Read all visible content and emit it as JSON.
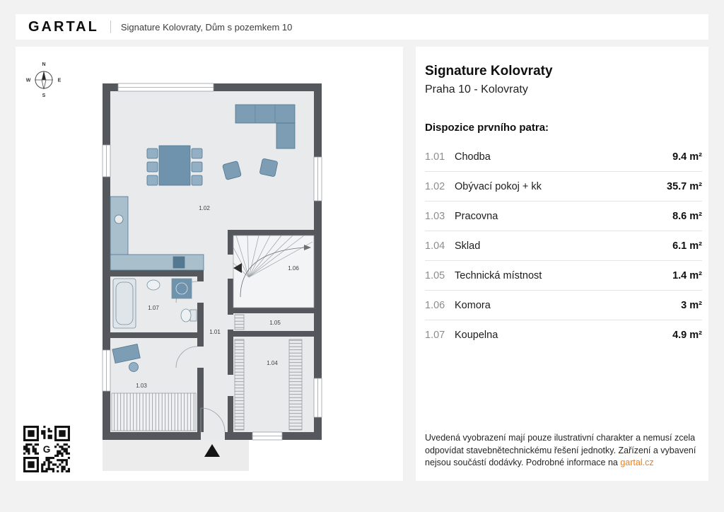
{
  "colors": {
    "brand_orange": "#EF7F1B",
    "wall_gray": "#54575B",
    "floor_gray": "#E8EAEC",
    "furniture_blue": "#7D9DB5",
    "page_background": "#F2F2F3"
  },
  "header": {
    "logo": "GARTAL",
    "breadcrumb": "Signature Kolovraty, Dům s pozemkem 10"
  },
  "plan": {
    "compass": {
      "n": "N",
      "e": "E",
      "s": "S",
      "w": "W"
    },
    "qr_center_letter": "G",
    "labels": {
      "r101": "1.01",
      "r102": "1.02",
      "r103": "1.03",
      "r104": "1.04",
      "r105": "1.05",
      "r106": "1.06",
      "r107": "1.07"
    }
  },
  "details": {
    "title": "Signature Kolovraty",
    "subtitle": "Praha 10 - Kolovraty",
    "section_heading": "Dispozice prvního patra:",
    "rooms": [
      {
        "code": "1.01",
        "name": "Chodba",
        "area": "9.4 m²"
      },
      {
        "code": "1.02",
        "name": "Obývací pokoj + kk",
        "area": "35.7 m²"
      },
      {
        "code": "1.03",
        "name": "Pracovna",
        "area": "8.6 m²"
      },
      {
        "code": "1.04",
        "name": "Sklad",
        "area": "6.1 m²"
      },
      {
        "code": "1.05",
        "name": "Technická místnost",
        "area": "1.4 m²"
      },
      {
        "code": "1.06",
        "name": "Komora",
        "area": "3 m²"
      },
      {
        "code": "1.07",
        "name": "Koupelna",
        "area": "4.9 m²"
      }
    ],
    "disclaimer_text": "Uvedená vyobrazení mají pouze ilustrativní charakter a nemusí zcela odpovídat stavebnětechnickému řešení jednotky. Zařízení a vybavení nejsou součástí dodávky. Podrobné informace na ",
    "disclaimer_link": "gartal.cz"
  }
}
